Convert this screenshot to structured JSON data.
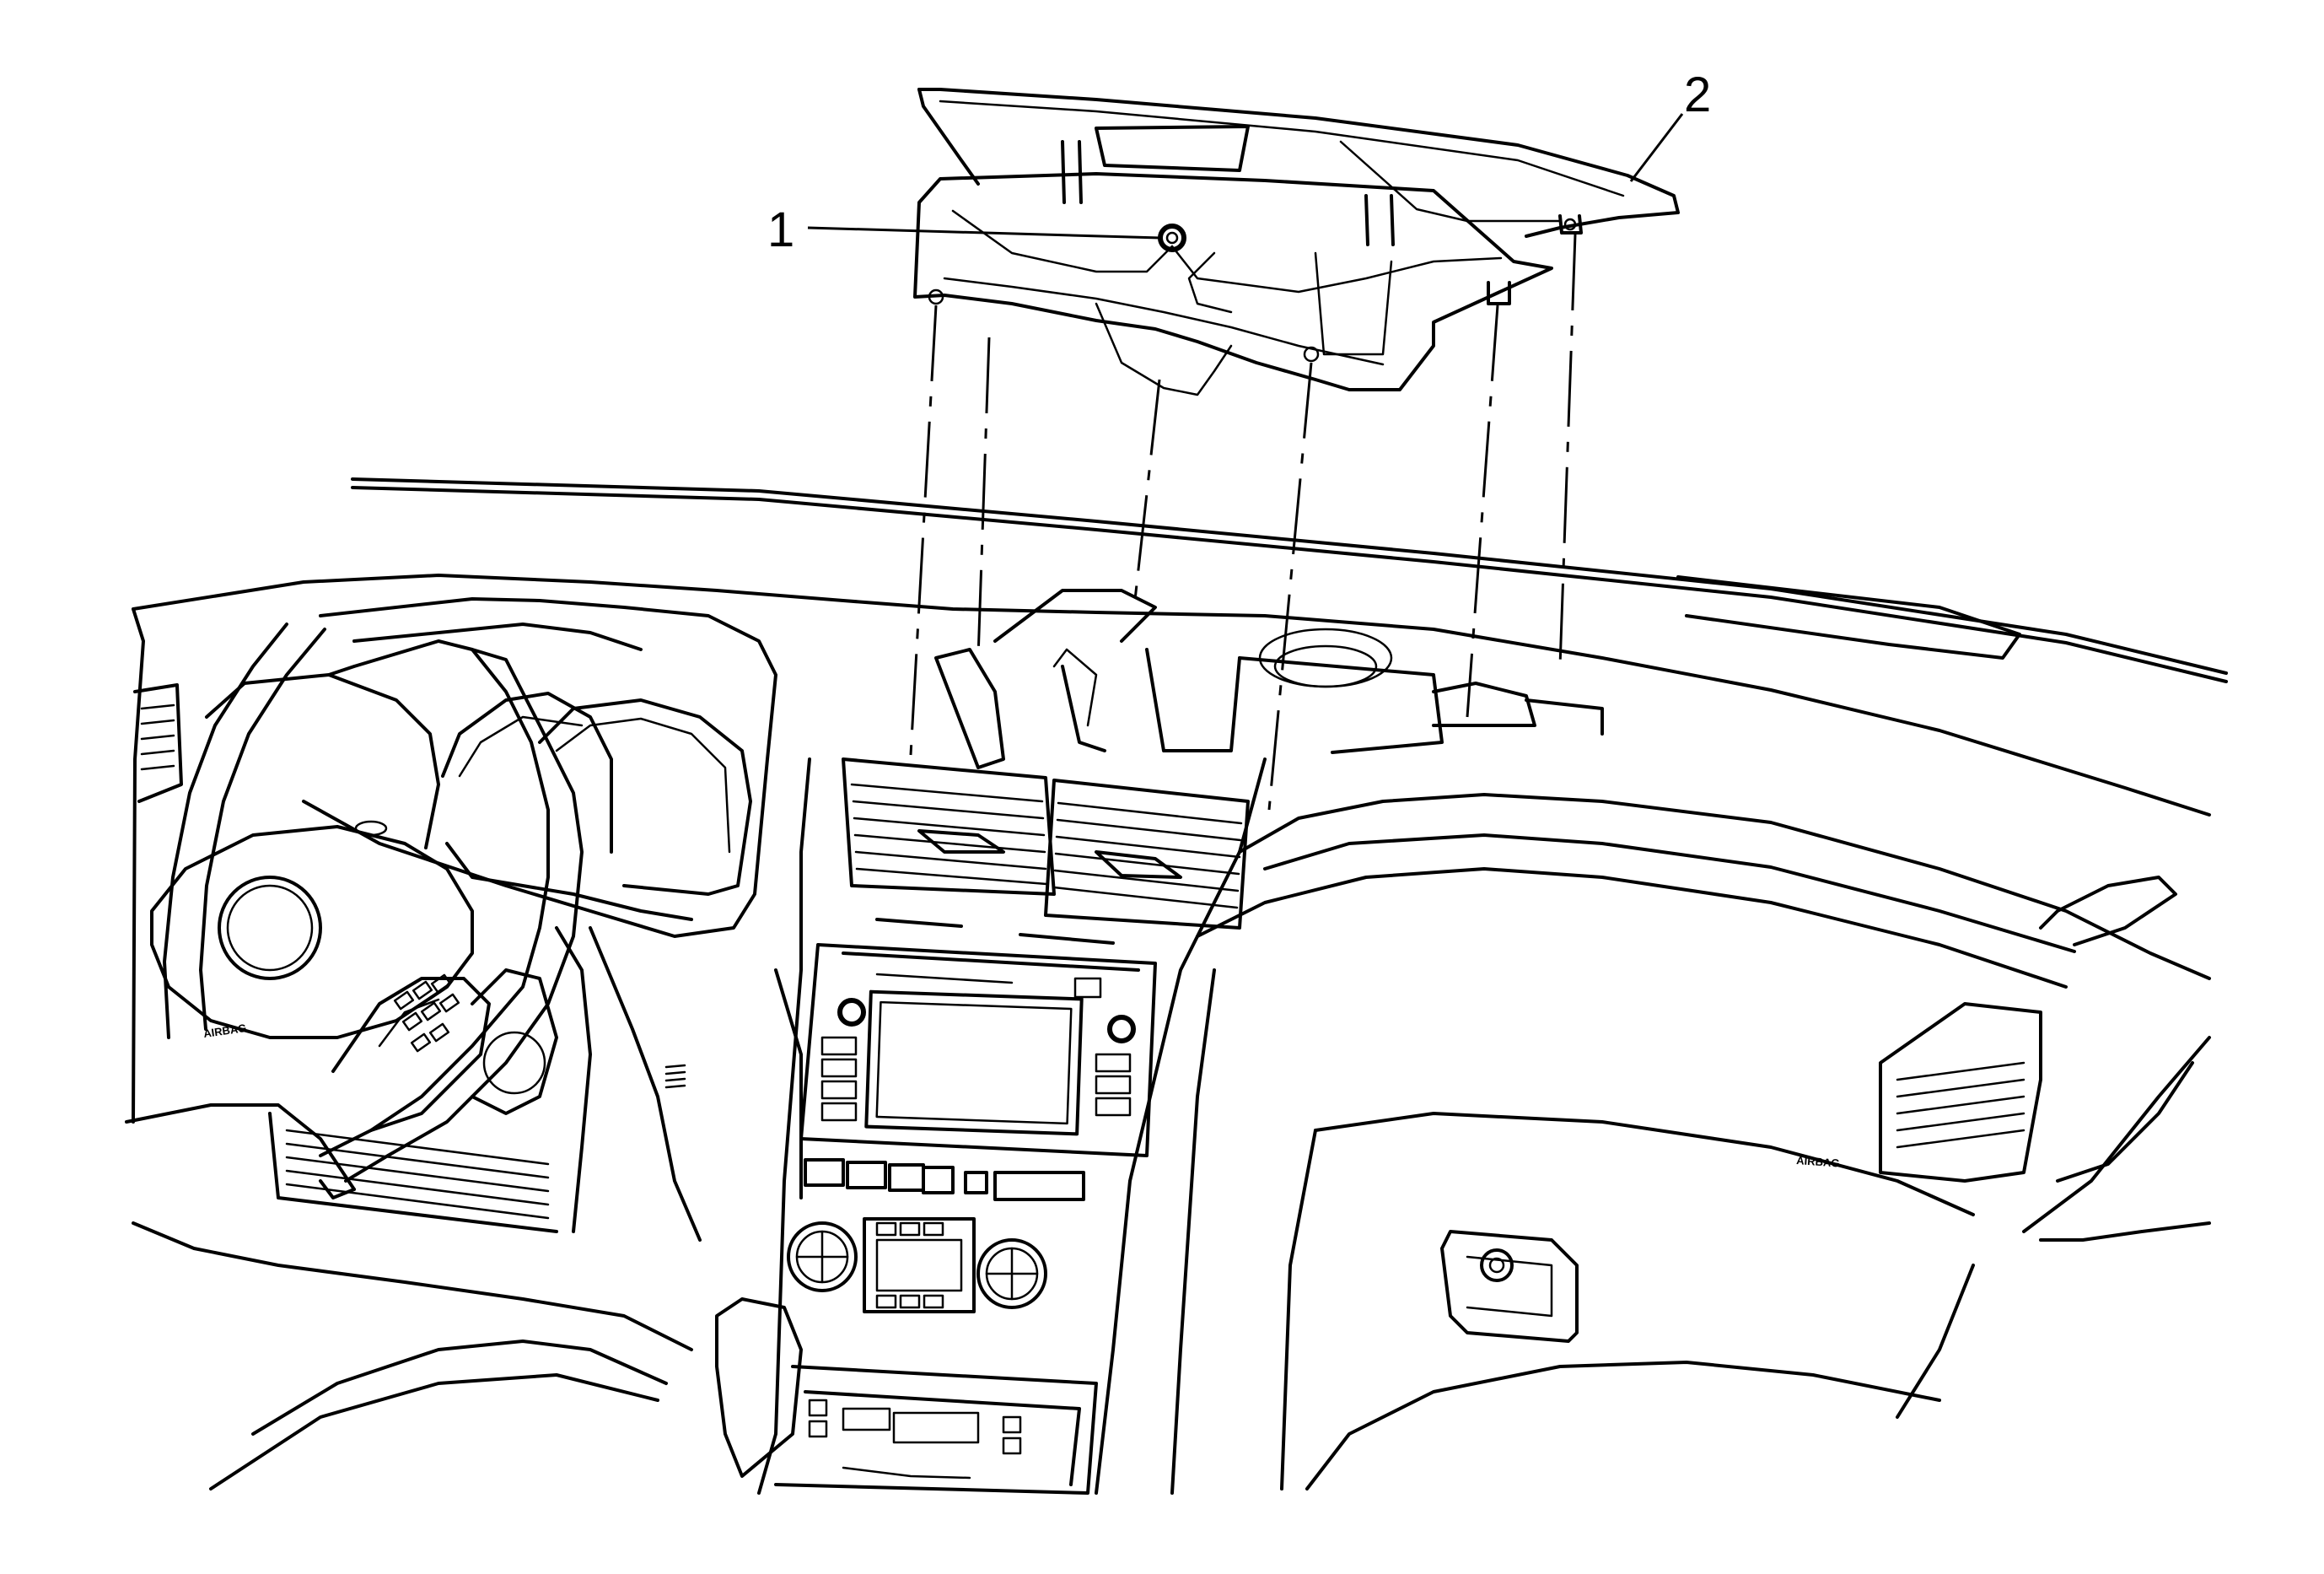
{
  "callouts": [
    {
      "id": "1",
      "label": "1"
    },
    {
      "id": "2",
      "label": "2"
    }
  ],
  "stamps": {
    "steering_wheel_badge": "AIRBAG",
    "dash_badge": "AIRBAG"
  },
  "colors": {
    "line": "#000000",
    "background": "#ffffff"
  }
}
